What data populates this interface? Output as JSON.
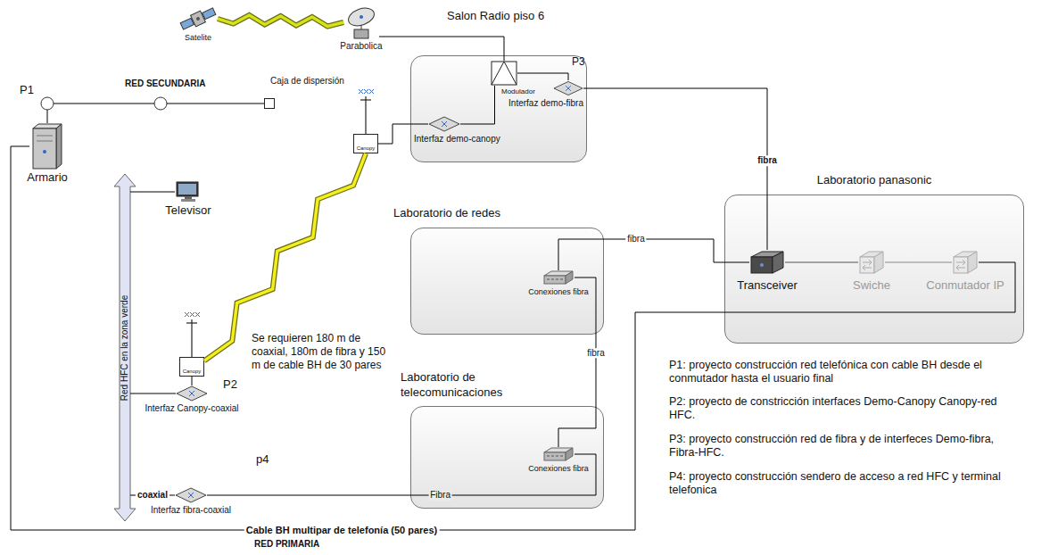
{
  "diagram": {
    "nodes": [
      {
        "text": [
          "Satelite"
        ]
      },
      {
        "text": [
          "Parabolica"
        ]
      },
      {
        "text": [
          "Salon Radio piso 6"
        ]
      },
      {
        "text": [
          "Modulador"
        ],
        "in": 2
      },
      {
        "text": [
          "Interfaz demo-fibra"
        ],
        "in": 2
      },
      {
        "text": [
          "Canopy"
        ]
      },
      {
        "text": [
          "Interfaz demo-canopy"
        ],
        "in": 2
      },
      {
        "text": [
          "Caja de dispersión"
        ]
      },
      {
        "text": [
          "Armario"
        ]
      },
      {
        "text": [
          "Red HFC en la zona verde"
        ]
      },
      {
        "text": [
          "Televisor"
        ]
      },
      {
        "text": [
          "Laboratorio panasonic"
        ]
      },
      {
        "text": [
          "Transceiver"
        ],
        "in": 11
      },
      {
        "text": [
          "Swiche"
        ],
        "in": 11
      },
      {
        "text": [
          "Conmutador IP"
        ],
        "in": 11
      },
      {
        "text": [
          "Laboratorio de redes"
        ]
      },
      {
        "text": [
          "Conexiones fibra"
        ],
        "in": 15
      },
      {
        "text": [
          "Canopy"
        ]
      },
      {
        "text": [
          "Interfaz Canopy-coaxial"
        ]
      },
      {
        "text": [
          "Laboratorio de telecomunicaciones"
        ]
      },
      {
        "text": [
          "Conexiones fibra"
        ],
        "in": 19
      },
      {
        "text": [
          "Interfaz fibra-coaxial"
        ]
      }
    ],
    "edges": [
      {
        "from": 0,
        "to": 1,
        "arrow": "none"
      },
      {
        "from": 1,
        "to": 3,
        "arrow": "none"
      },
      {
        "from": 3,
        "to": 4,
        "arrow": "none"
      },
      {
        "from": 3,
        "to": 6,
        "arrow": "none"
      },
      {
        "from": 5,
        "to": 6,
        "arrow": "none"
      },
      {
        "from": 4,
        "to": 12,
        "label": "fibra",
        "arrow": "none"
      },
      {
        "from": 17,
        "to": 5,
        "arrow": "none"
      },
      {
        "from": 12,
        "to": 16,
        "label": "fibra",
        "arrow": "none"
      },
      {
        "from": 16,
        "to": 20,
        "label": "fibra",
        "arrow": "none"
      },
      {
        "from": 20,
        "to": 21,
        "label": "Fibra",
        "arrow": "none"
      },
      {
        "from": 12,
        "to": 13,
        "arrow": "none"
      },
      {
        "from": 13,
        "to": 14,
        "arrow": "none"
      },
      {
        "from": 14,
        "to": 8,
        "label": "Cable BH multipar de telefonía (50 pares)",
        "arrow": "none"
      },
      {
        "from": 8,
        "to": 7,
        "arrow": "none"
      },
      {
        "from": 17,
        "to": 18,
        "arrow": "none"
      },
      {
        "from": 18,
        "to": 9,
        "arrow": "none"
      },
      {
        "from": 21,
        "to": 9,
        "label": "coaxial",
        "arrow": "none"
      },
      {
        "from": 10,
        "to": 9,
        "arrow": "none"
      }
    ],
    "labels": [
      "RED SECUNDARIA",
      "P1",
      "P3",
      "Se requieren 180 m de coaxial, 180m de fibra y 150 m de cable BH de 30 pares",
      "P2",
      "p4",
      "RED PRIMARIA",
      "P1: proyecto construcción red telefónica con cable BH desde el conmutador hasta el usuario final",
      "P2: proyecto de constricción interfaces Demo-Canopy Canopy-red HFC.",
      "P3: proyecto construcción red de fibra y de interfeces Demo-fibra, Fibra-HFC.",
      "P4: proyecto construcción sendero de acceso a red HFC y terminal telefonica"
    ]
  }
}
